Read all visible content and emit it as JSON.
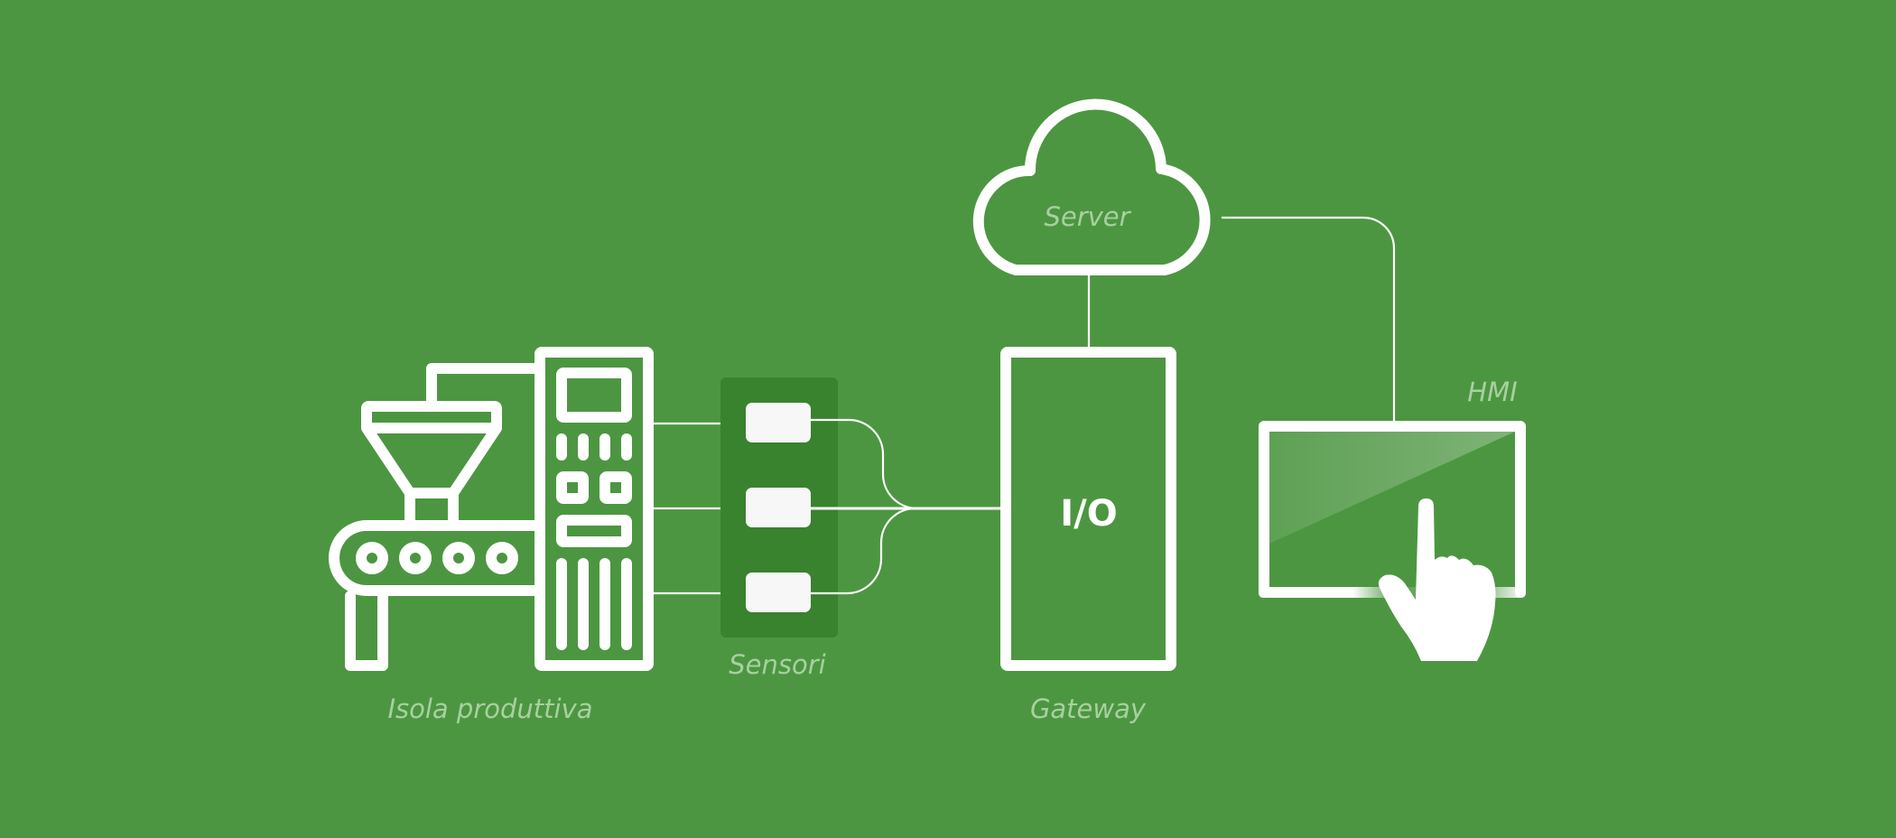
{
  "diagram": {
    "type": "industrial-iot-architecture",
    "colors": {
      "background": "#4C9641",
      "sensor_panel": "#39822E",
      "foreground": "#FFFFFF",
      "label": "#A8D0A0",
      "sensor_box": "#F7F7F7"
    },
    "nodes": {
      "production_island": {
        "label": "Isola produttiva",
        "icon": "factory-machine-icon"
      },
      "sensors": {
        "label": "Sensori",
        "count": 3,
        "icon": "sensor-icon"
      },
      "gateway": {
        "label": "Gateway",
        "inner_text": "I/O",
        "icon": "gateway-box-icon"
      },
      "server": {
        "label": "Server",
        "icon": "cloud-icon"
      },
      "hmi": {
        "label": "HMI",
        "icon": "touch-monitor-icon"
      }
    },
    "edges": [
      {
        "from": "production_island",
        "to": "sensors"
      },
      {
        "from": "sensors",
        "to": "gateway"
      },
      {
        "from": "gateway",
        "to": "server"
      },
      {
        "from": "server",
        "to": "hmi"
      }
    ]
  }
}
